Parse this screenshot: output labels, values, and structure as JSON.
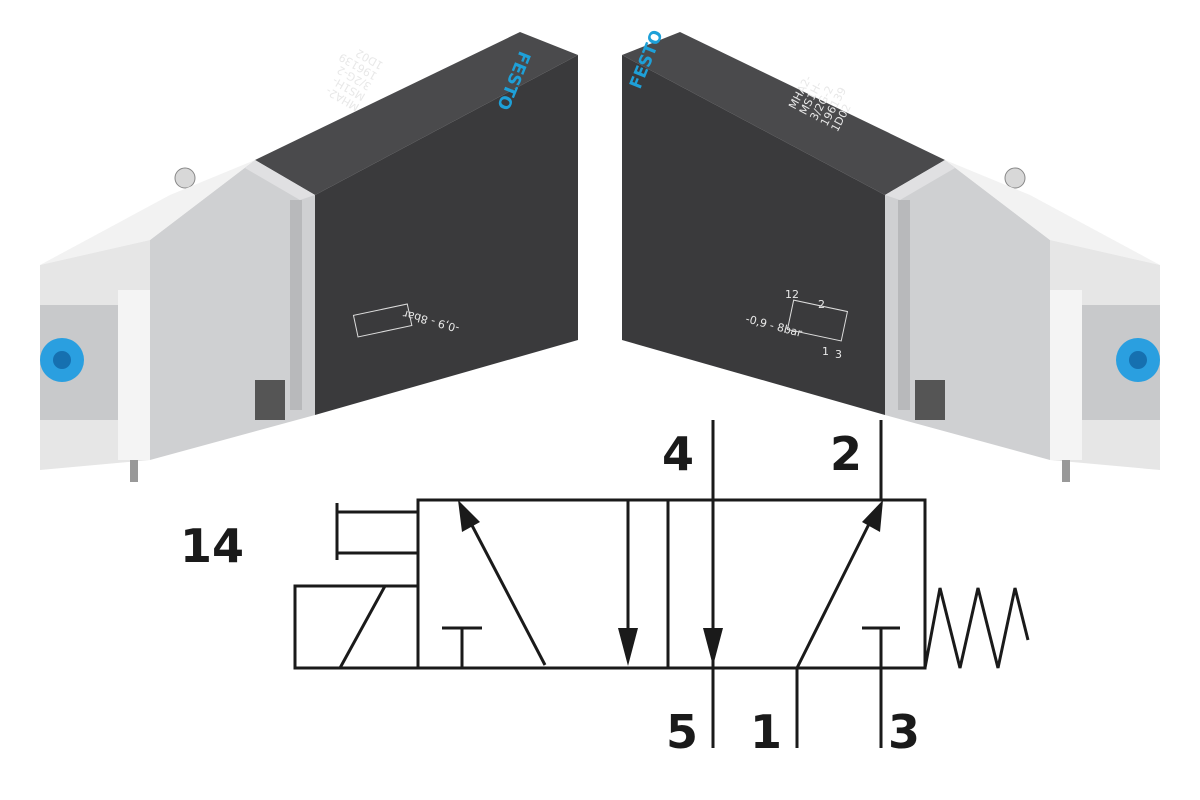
{
  "product": {
    "brand_logo": "FESTO",
    "type_lines": [
      "MHA2-",
      "MS1H-",
      "3/2G-2",
      "196139",
      "1D02"
    ],
    "pressure_marking": "-0,9 - 8bar",
    "marking_ports": [
      "12",
      "2",
      "1",
      "3"
    ],
    "colors": {
      "body": "#3a3a3c",
      "housing": "#cfd0d2",
      "connector": "#eeeeee",
      "port": "#2a9fe0",
      "logo": "#1ea0d8"
    }
  },
  "symbol": {
    "ports": {
      "p14": "14",
      "p4": "4",
      "p2": "2",
      "p5": "5",
      "p1": "1",
      "p3": "3"
    },
    "line_color": "#1a1a1a"
  }
}
